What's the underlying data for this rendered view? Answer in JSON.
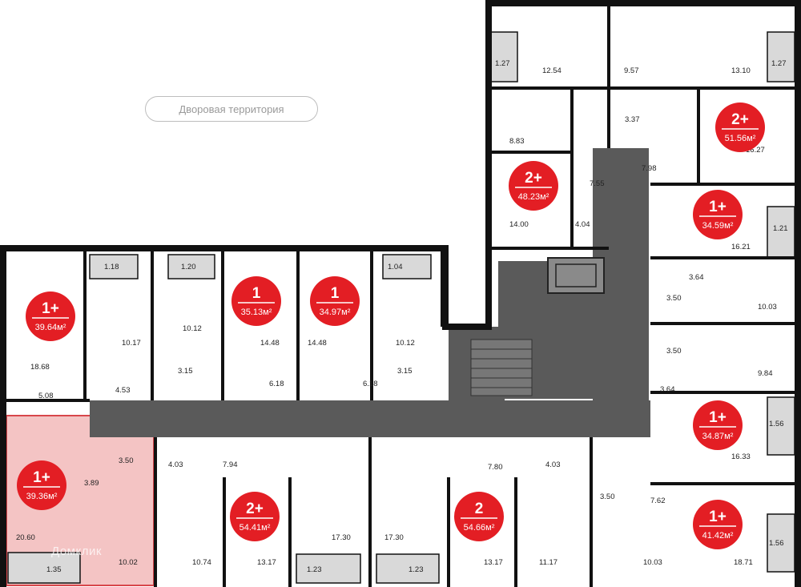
{
  "courtyard_label": "Дворовая территория",
  "watermark": "Домклик",
  "colors": {
    "wall": "#111111",
    "corridor": "#5a5a5a",
    "badge": "#e31e24",
    "highlight": "#f4c4c4",
    "highlight_border": "#d8464b",
    "balcony": "#d9d9d9"
  },
  "apartments": [
    {
      "type": "1+",
      "area": "39.64м²",
      "rooms": [
        "18.68",
        "5.08",
        "10.17",
        "4.53",
        "1.18"
      ]
    },
    {
      "type": "1",
      "area": "35.13м²",
      "rooms": [
        "10.12",
        "3.15",
        "14.48",
        "6.18",
        "1.20"
      ]
    },
    {
      "type": "1",
      "area": "34.97м²",
      "rooms": [
        "14.48",
        "6.18",
        "10.12",
        "3.15",
        "1.04"
      ]
    },
    {
      "type": "2+",
      "area": "48.23м²",
      "rooms": [
        "8.83",
        "14.00",
        "7.55",
        "4.04",
        "12.54",
        "1.27"
      ]
    },
    {
      "type": "2+",
      "area": "51.56м²",
      "rooms": [
        "9.57",
        "13.10",
        "3.37",
        "16.27",
        "7.98",
        "1.27"
      ]
    },
    {
      "type": "1+",
      "area": "34.59м²",
      "rooms": [
        "16.21",
        "3.64",
        "3.50",
        "10.03",
        "1.21"
      ]
    },
    {
      "type": "1+",
      "area": "34.87м²",
      "rooms": [
        "3.50",
        "9.84",
        "3.64",
        "16.33",
        "1.56"
      ]
    },
    {
      "type": "1+",
      "area": "41.42м²",
      "rooms": [
        "3.50",
        "7.62",
        "10.03",
        "18.71",
        "1.56"
      ]
    },
    {
      "type": "2",
      "area": "54.66м²",
      "rooms": [
        "7.80",
        "4.03",
        "13.17",
        "11.17",
        "17.30",
        "1.23"
      ]
    },
    {
      "type": "2+",
      "area": "54.41м²",
      "rooms": [
        "4.03",
        "7.94",
        "10.74",
        "13.17",
        "17.30",
        "1.23"
      ]
    },
    {
      "type": "1+",
      "area": "39.36м²",
      "rooms": [
        "3.50",
        "3.89",
        "20.60",
        "1.35",
        "10.02"
      ],
      "highlighted": true
    }
  ]
}
